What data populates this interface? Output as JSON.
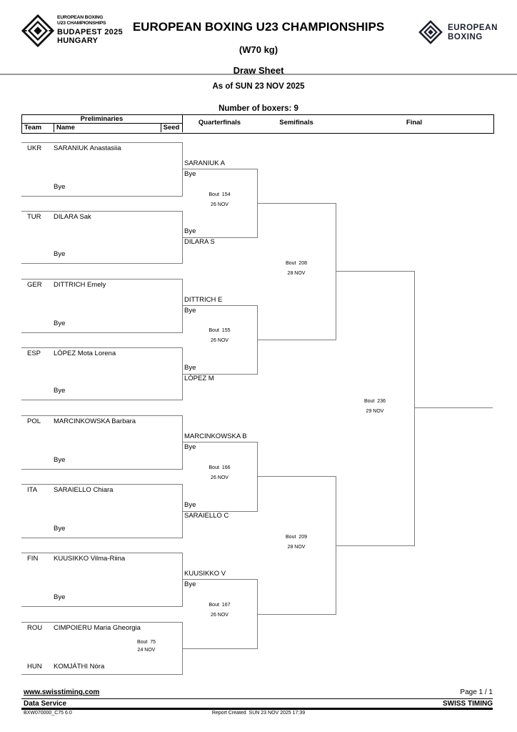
{
  "header": {
    "title": "EUROPEAN BOXING U23 CHAMPIONSHIPS",
    "weight_class": "(W70 kg)",
    "sheet_title": "Draw Sheet",
    "as_of": "As of SUN 23 NOV 2025",
    "boxer_count": "Number of boxers: 9",
    "logo_left": {
      "line1": "EUROPEAN BOXING",
      "line2": "U23 CHAMPIONSHIPS",
      "line3": "BUDAPEST 2025",
      "line4": "HUNGARY"
    },
    "logo_right": {
      "line1": "EUROPEAN",
      "line2": "BOXING"
    }
  },
  "columns": {
    "preliminaries": "Preliminaries",
    "team": "Team",
    "name": "Name",
    "seed": "Seed",
    "quarterfinals": "Quarterfinals",
    "semifinals": "Semifinals",
    "final": "Final"
  },
  "preliminaries": [
    {
      "team": "UKR",
      "name": "SARANIUK Anastasiia",
      "bye": "Bye"
    },
    {
      "team": "TUR",
      "name": "DILARA Sak",
      "bye": "Bye"
    },
    {
      "team": "GER",
      "name": "DITTRICH Emely",
      "bye": "Bye"
    },
    {
      "team": "ESP",
      "name": "LÓPEZ Mota Lorena",
      "bye": "Bye"
    },
    {
      "team": "POL",
      "name": "MARCINKOWSKA Barbara",
      "bye": "Bye"
    },
    {
      "team": "ITA",
      "name": "SARAIELLO Chiara",
      "bye": "Bye"
    },
    {
      "team": "FIN",
      "name": "KUUSIKKO Vilma-Riina",
      "bye": "Bye"
    },
    {
      "team": "ROU",
      "name": "CIMPOIERU Maria Gheorgia",
      "bout": "Bout  75",
      "date": "24 NOV",
      "opponent_team": "HUN",
      "opponent_name": "KOMJÁTHI Nóra"
    }
  ],
  "quarterfinals": [
    {
      "top_name": "SARANIUK A",
      "top_bye": "Bye",
      "bottom_bye": "Bye",
      "bottom_name": "DILARA S",
      "bout": "Bout  154",
      "date": "26 NOV"
    },
    {
      "top_name": "DITTRICH E",
      "top_bye": "Bye",
      "bottom_bye": "Bye",
      "bottom_name": "LÓPEZ M",
      "bout": "Bout  155",
      "date": "26 NOV"
    },
    {
      "top_name": "MARCINKOWSKA B",
      "top_bye": "Bye",
      "bottom_bye": "Bye",
      "bottom_name": "SARAIELLO C",
      "bout": "Bout  166",
      "date": "26 NOV"
    },
    {
      "top_name": "KUUSIKKO V",
      "top_bye": "Bye",
      "bout": "Bout  167",
      "date": "26 NOV"
    }
  ],
  "semifinals": [
    {
      "bout": "Bout  208",
      "date": "28 NOV"
    },
    {
      "bout": "Bout  209",
      "date": "28 NOV"
    }
  ],
  "final": {
    "bout": "Bout  236",
    "date": "29 NOV"
  },
  "footer": {
    "website": "www.swisstiming.com",
    "page": "Page 1 / 1",
    "service": "Data Service",
    "brand": "SWISS TIMING",
    "doc_code": "BXW070000_C75 6.0",
    "report_created": "Report Created  SUN 23 NOV 2025 17:39"
  }
}
